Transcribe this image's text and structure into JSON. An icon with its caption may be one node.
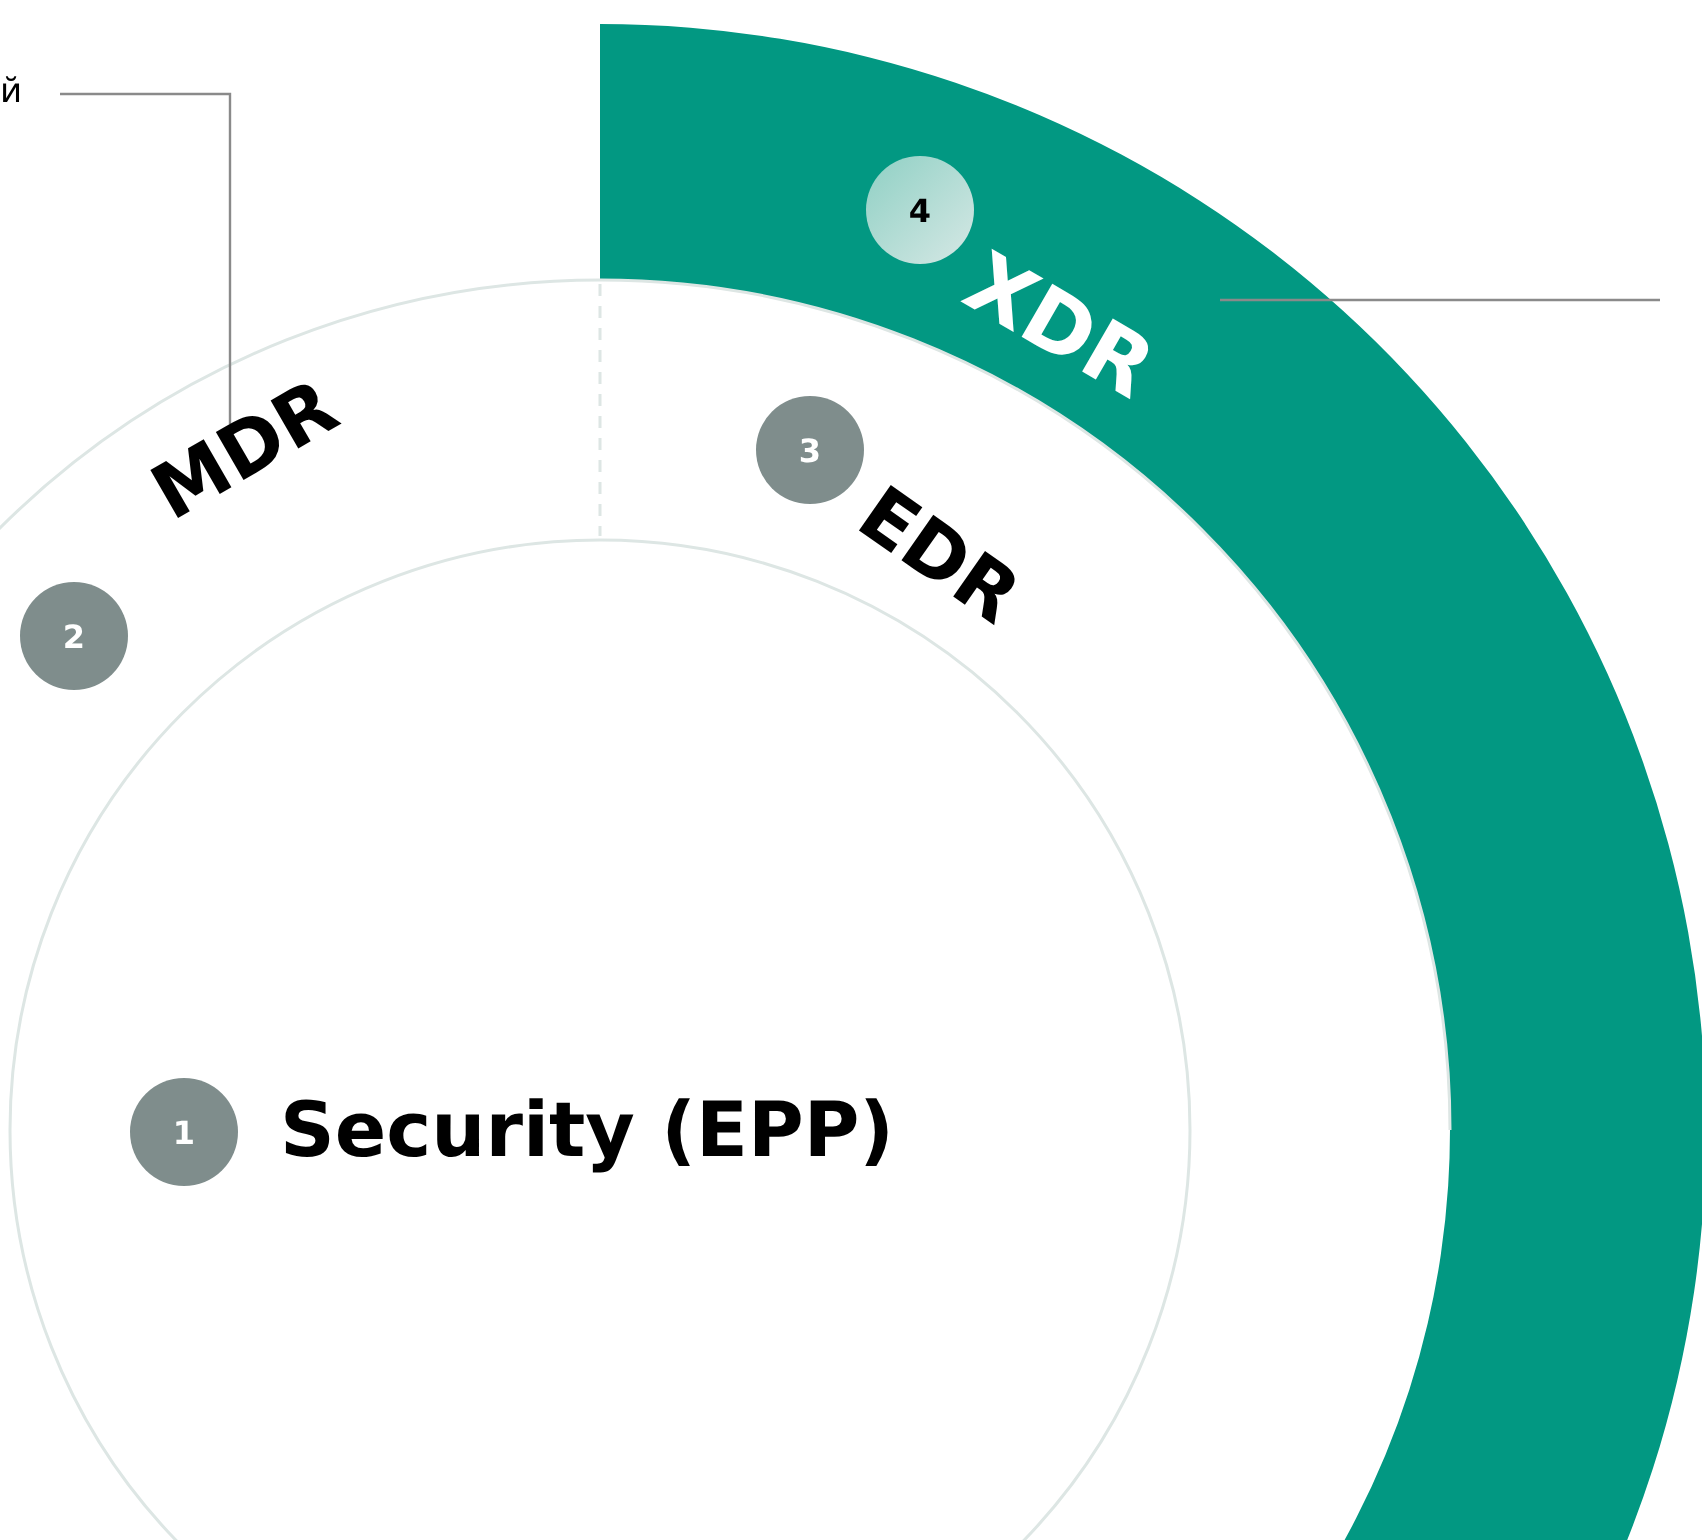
{
  "diagram": {
    "nodes": [
      {
        "text": [
          "XDR"
        ]
      },
      {
        "text": [
          "4"
        ]
      },
      {
        "text": [
          "MDR"
        ]
      },
      {
        "text": [
          "2"
        ]
      },
      {
        "text": [
          "EDR"
        ]
      },
      {
        "text": [
          "3"
        ]
      },
      {
        "text": [
          "Security (EPP)"
        ]
      },
      {
        "text": [
          "1"
        ]
      },
      {
        "text": [
          "й"
        ]
      }
    ],
    "edges": [
      {
        "from": 8,
        "to": 2,
        "arrow": "none"
      },
      {
        "from": 0,
        "to": null,
        "arrow": "none"
      }
    ]
  }
}
